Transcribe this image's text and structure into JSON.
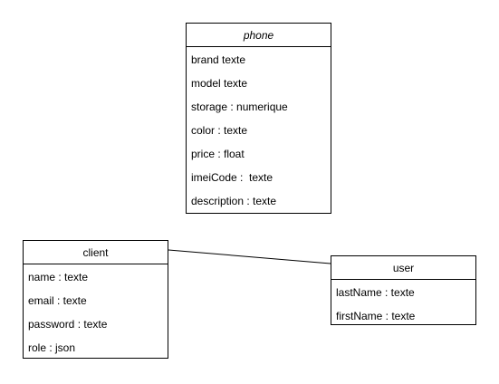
{
  "classes": {
    "phone": {
      "name": "phone",
      "attributes": [
        "brand texte",
        "model texte",
        "storage : numerique",
        "color : texte",
        "price : float",
        "imeiCode :  texte",
        "description : texte"
      ]
    },
    "client": {
      "name": "client",
      "attributes": [
        "name : texte",
        "email : texte",
        "password : texte",
        "role : json"
      ]
    },
    "user": {
      "name": "user",
      "attributes": [
        "lastName : texte",
        "firstName : texte"
      ]
    }
  },
  "associations": [
    {
      "from": "client",
      "to": "user"
    }
  ],
  "colors": {
    "line": "#000000",
    "background": "#ffffff"
  }
}
